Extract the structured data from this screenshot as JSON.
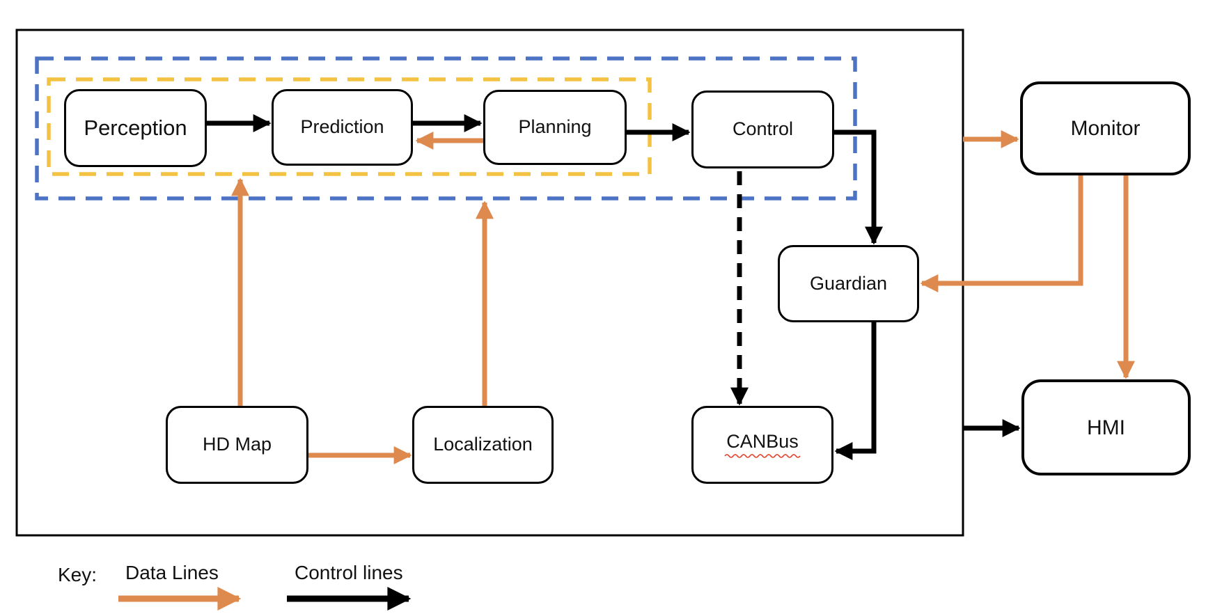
{
  "diagram": {
    "description": "Autonomous driving software architecture diagram",
    "nodes": {
      "perception": {
        "label": "Perception"
      },
      "prediction": {
        "label": "Prediction"
      },
      "planning": {
        "label": "Planning"
      },
      "control": {
        "label": "Control"
      },
      "monitor": {
        "label": "Monitor"
      },
      "guardian": {
        "label": "Guardian"
      },
      "hd_map": {
        "label": "HD Map"
      },
      "localization": {
        "label": "Localization"
      },
      "canbus": {
        "label": "CANBus",
        "spellcheck_underline": true
      },
      "hmi": {
        "label": "HMI"
      }
    },
    "groups": [
      {
        "name": "system-boundary",
        "style": "solid",
        "color": "#000000",
        "contains": [
          "Perception",
          "Prediction",
          "Planning",
          "Control",
          "Guardian",
          "HD Map",
          "Localization",
          "CANBus"
        ]
      },
      {
        "name": "blue-dashed-loop",
        "style": "dashed",
        "color": "#4D73C4",
        "contains": [
          "Perception",
          "Prediction",
          "Planning",
          "Control"
        ]
      },
      {
        "name": "gold-dashed-loop",
        "style": "dashed",
        "color": "#F4C242",
        "contains": [
          "Perception",
          "Prediction",
          "Planning"
        ]
      }
    ],
    "edges": [
      {
        "from": "Perception",
        "to": "Prediction",
        "type": "control",
        "style": "solid"
      },
      {
        "from": "Prediction",
        "to": "Planning",
        "type": "control",
        "style": "solid"
      },
      {
        "from": "Planning",
        "to": "Prediction",
        "type": "data",
        "style": "solid"
      },
      {
        "from": "Planning",
        "to": "Control",
        "type": "control",
        "style": "solid"
      },
      {
        "from": "Control",
        "to": "Guardian",
        "type": "control",
        "style": "solid"
      },
      {
        "from": "Control",
        "to": "CANBus",
        "type": "control",
        "style": "dashed"
      },
      {
        "from": "Guardian",
        "to": "CANBus",
        "type": "control",
        "style": "solid"
      },
      {
        "from": "HD Map",
        "to": "gold-dashed-loop",
        "type": "data",
        "style": "solid"
      },
      {
        "from": "HD Map",
        "to": "Localization",
        "type": "data",
        "style": "solid"
      },
      {
        "from": "Localization",
        "to": "blue-dashed-loop",
        "type": "data",
        "style": "solid"
      },
      {
        "from": "system-boundary",
        "to": "Monitor",
        "type": "data",
        "style": "solid"
      },
      {
        "from": "Monitor",
        "to": "Guardian",
        "type": "data",
        "style": "solid"
      },
      {
        "from": "Monitor",
        "to": "HMI",
        "type": "data",
        "style": "solid"
      },
      {
        "from": "system-boundary",
        "to": "HMI",
        "type": "control",
        "style": "solid"
      }
    ],
    "colors": {
      "data_line": "#DE8A4F",
      "control_line": "#000000",
      "gold_group_border": "#F4C242",
      "blue_group_border": "#4D73C4",
      "spellcheck_underline": "#E0402A"
    },
    "key": {
      "title": "Key:",
      "items": [
        {
          "label": "Data Lines",
          "color": "#DE8A4F"
        },
        {
          "label": "Control lines",
          "color": "#000000"
        }
      ]
    }
  }
}
